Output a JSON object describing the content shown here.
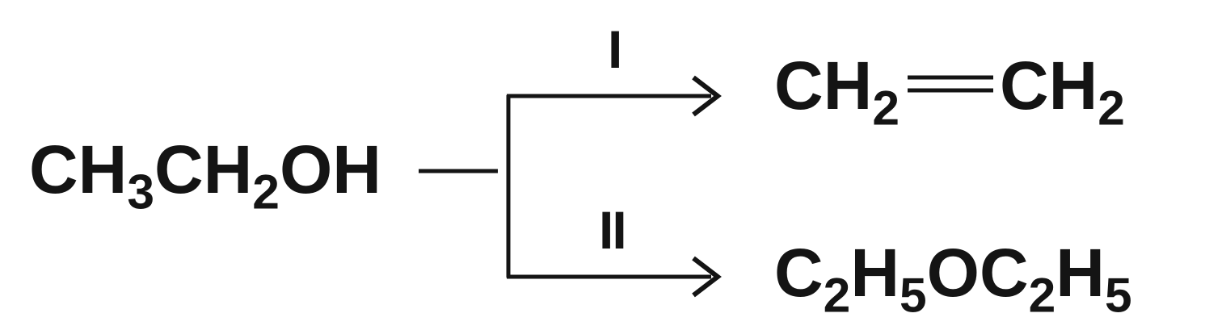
{
  "reactant": {
    "parts": [
      "CH",
      "3",
      "CH",
      "2",
      "OH"
    ]
  },
  "paths": [
    {
      "label": "I",
      "product": {
        "parts": [
          "CH",
          "2",
          "CH",
          "2"
        ]
      }
    },
    {
      "label": "II",
      "product": {
        "parts": [
          "C",
          "2",
          "H",
          "5",
          "OC",
          "2",
          "H",
          "5"
        ]
      }
    }
  ],
  "colors": {
    "ink": "#141414",
    "background": "#ffffff"
  }
}
